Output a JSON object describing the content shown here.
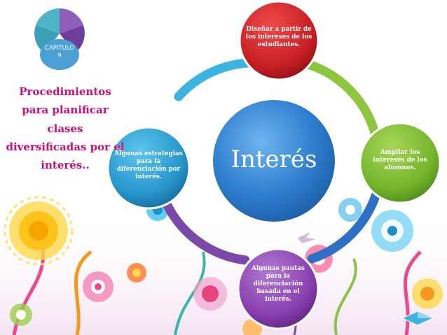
{
  "chapter": {
    "label": "CAPITULO",
    "number": "9"
  },
  "title": "Procedimientos para planificar clases diversificadas por el interés..",
  "center": {
    "label": "Interés"
  },
  "nodes": [
    {
      "id": "top",
      "text": "Diseñar a partir de los intereses de los estudiantes."
    },
    {
      "id": "right",
      "text": "Ampliar los intereses de los alumnos."
    },
    {
      "id": "bottom",
      "text": "Algunas pautas para la diferenciación basada en el interés."
    },
    {
      "id": "left",
      "text": "Algunas estrategias para la diferenciación por interés."
    }
  ],
  "colors": {
    "title": "#c0187a",
    "center": "#2f7fd0",
    "top": "#d0232a",
    "right": "#7cbc2e",
    "bottom": "#8e3fb0",
    "left": "#2e9fd3",
    "ring_cyan": "#3db4e0",
    "ring_green": "#8fc63f",
    "ring_purple": "#7b4aa8",
    "ring_blue": "#2f6fc8"
  },
  "icons": [
    "chapter-pie-icon",
    "flower-background",
    "diamond-nav-icon"
  ]
}
